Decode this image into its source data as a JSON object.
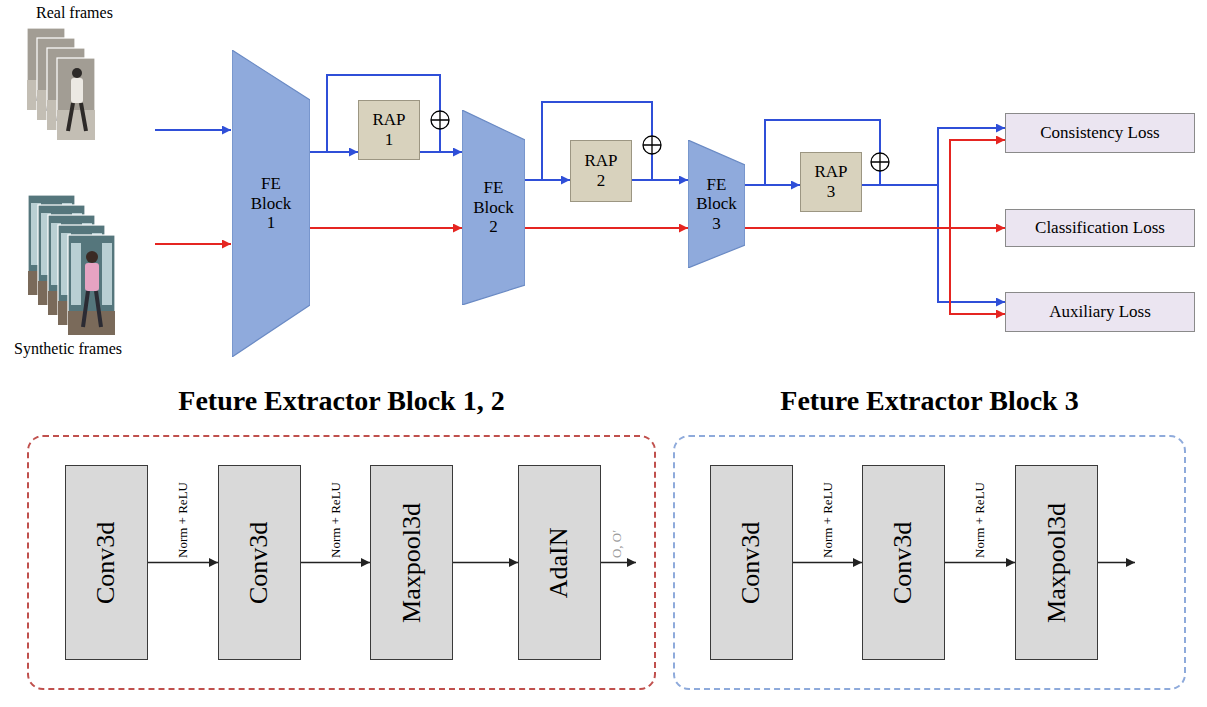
{
  "diagram": {
    "nodes": [
      {
        "text": [
          "FE Block 1"
        ]
      },
      {
        "text": [
          "RAP 1"
        ]
      },
      {
        "text": [
          "FE Block 2"
        ]
      },
      {
        "text": [
          "RAP 2"
        ]
      },
      {
        "text": [
          "FE Block 3"
        ]
      },
      {
        "text": [
          "RAP 3"
        ]
      },
      {
        "text": [
          "Consistency Loss"
        ]
      },
      {
        "text": [
          "Classification Loss"
        ]
      },
      {
        "text": [
          "Auxiliary Loss"
        ]
      },
      {
        "text": [
          "Feture Extractor Block 1, 2"
        ]
      },
      {
        "text": [
          "Conv3d"
        ],
        "in": 9
      },
      {
        "text": [
          "Conv3d"
        ],
        "in": 9
      },
      {
        "text": [
          "Maxpool3d"
        ],
        "in": 9
      },
      {
        "text": [
          "AdaIN"
        ],
        "in": 9
      },
      {
        "text": [
          "Feture Extractor Block 3"
        ]
      },
      {
        "text": [
          "Conv3d"
        ],
        "in": 14
      },
      {
        "text": [
          "Conv3d"
        ],
        "in": 14
      },
      {
        "text": [
          "Maxpool3d"
        ],
        "in": 14
      }
    ],
    "edges": [
      {
        "from": 0,
        "to": 1,
        "arrow": "to"
      },
      {
        "from": 1,
        "to": 2,
        "arrow": "to"
      },
      {
        "from": 0,
        "to": 2,
        "arrow": "to"
      },
      {
        "from": 2,
        "to": 3,
        "arrow": "to"
      },
      {
        "from": 3,
        "to": 4,
        "arrow": "to"
      },
      {
        "from": 2,
        "to": 4,
        "arrow": "to"
      },
      {
        "from": 4,
        "to": 5,
        "arrow": "to"
      },
      {
        "from": 5,
        "to": 6,
        "arrow": "to"
      },
      {
        "from": 5,
        "to": 8,
        "arrow": "to"
      },
      {
        "from": 4,
        "to": 6,
        "arrow": "to"
      },
      {
        "from": 4,
        "to": 7,
        "arrow": "to"
      },
      {
        "from": 4,
        "to": 8,
        "arrow": "to"
      },
      {
        "from": 10,
        "to": 11,
        "label": "Norm + ReLU",
        "arrow": "to"
      },
      {
        "from": 11,
        "to": 12,
        "label": "Norm + ReLU",
        "arrow": "to"
      },
      {
        "from": 12,
        "to": 13,
        "arrow": "to"
      },
      {
        "from": 15,
        "to": 16,
        "label": "Norm + ReLU",
        "arrow": "to"
      },
      {
        "from": 16,
        "to": 17,
        "label": "Norm + ReLU",
        "arrow": "to"
      }
    ],
    "labels": [
      "Real frames",
      "Synthetic frames",
      "O, O′"
    ]
  }
}
